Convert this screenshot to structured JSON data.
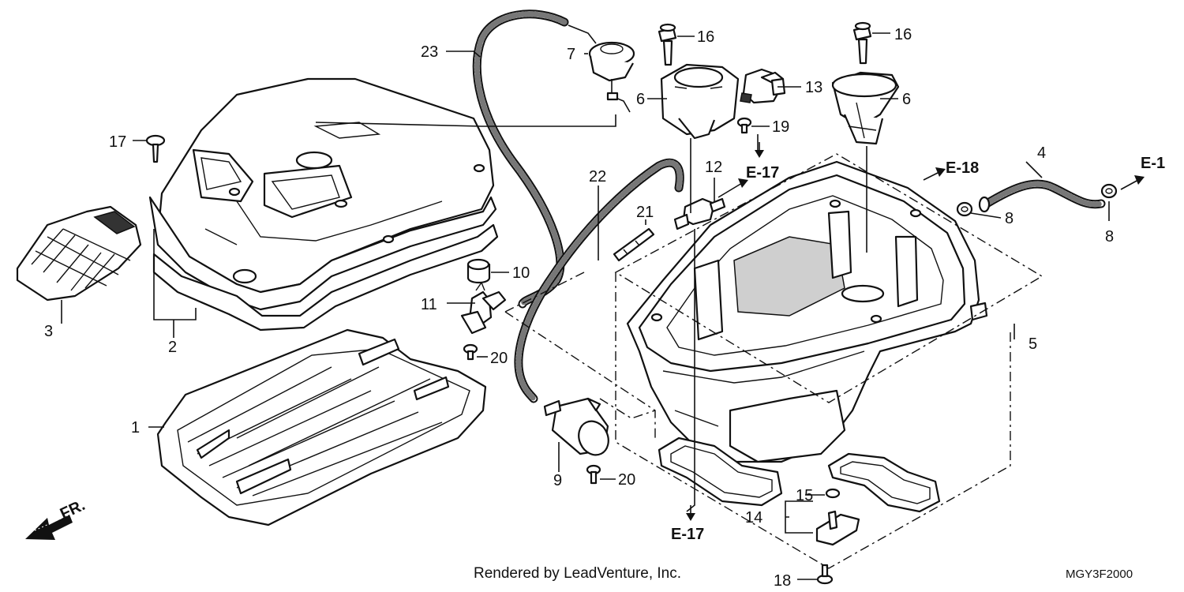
{
  "callouts": [
    {
      "id": "c1",
      "text": "1"
    },
    {
      "id": "c2",
      "text": "2"
    },
    {
      "id": "c3",
      "text": "3"
    },
    {
      "id": "c4",
      "text": "4"
    },
    {
      "id": "c5",
      "text": "5"
    },
    {
      "id": "c6a",
      "text": "6"
    },
    {
      "id": "c6b",
      "text": "6"
    },
    {
      "id": "c7",
      "text": "7"
    },
    {
      "id": "c8a",
      "text": "8"
    },
    {
      "id": "c8b",
      "text": "8"
    },
    {
      "id": "c9",
      "text": "9"
    },
    {
      "id": "c10",
      "text": "10"
    },
    {
      "id": "c11",
      "text": "11"
    },
    {
      "id": "c12",
      "text": "12"
    },
    {
      "id": "c13",
      "text": "13"
    },
    {
      "id": "c14",
      "text": "14"
    },
    {
      "id": "c15",
      "text": "15"
    },
    {
      "id": "c16a",
      "text": "16"
    },
    {
      "id": "c16b",
      "text": "16"
    },
    {
      "id": "c17",
      "text": "17"
    },
    {
      "id": "c18",
      "text": "18"
    },
    {
      "id": "c19",
      "text": "19"
    },
    {
      "id": "c20a",
      "text": "20"
    },
    {
      "id": "c20b",
      "text": "20"
    },
    {
      "id": "c21",
      "text": "21"
    },
    {
      "id": "c22",
      "text": "22"
    },
    {
      "id": "c23",
      "text": "23"
    }
  ],
  "references": {
    "e17_top": "E-17",
    "e17_bottom": "E-17",
    "e18": "E-18",
    "e1": "E-1"
  },
  "front_marker": "FR.",
  "credit": "Rendered by LeadVenture, Inc.",
  "diagram_code": "MGY3F2000",
  "colors": {
    "ink": "#111111",
    "paper": "#ffffff"
  }
}
